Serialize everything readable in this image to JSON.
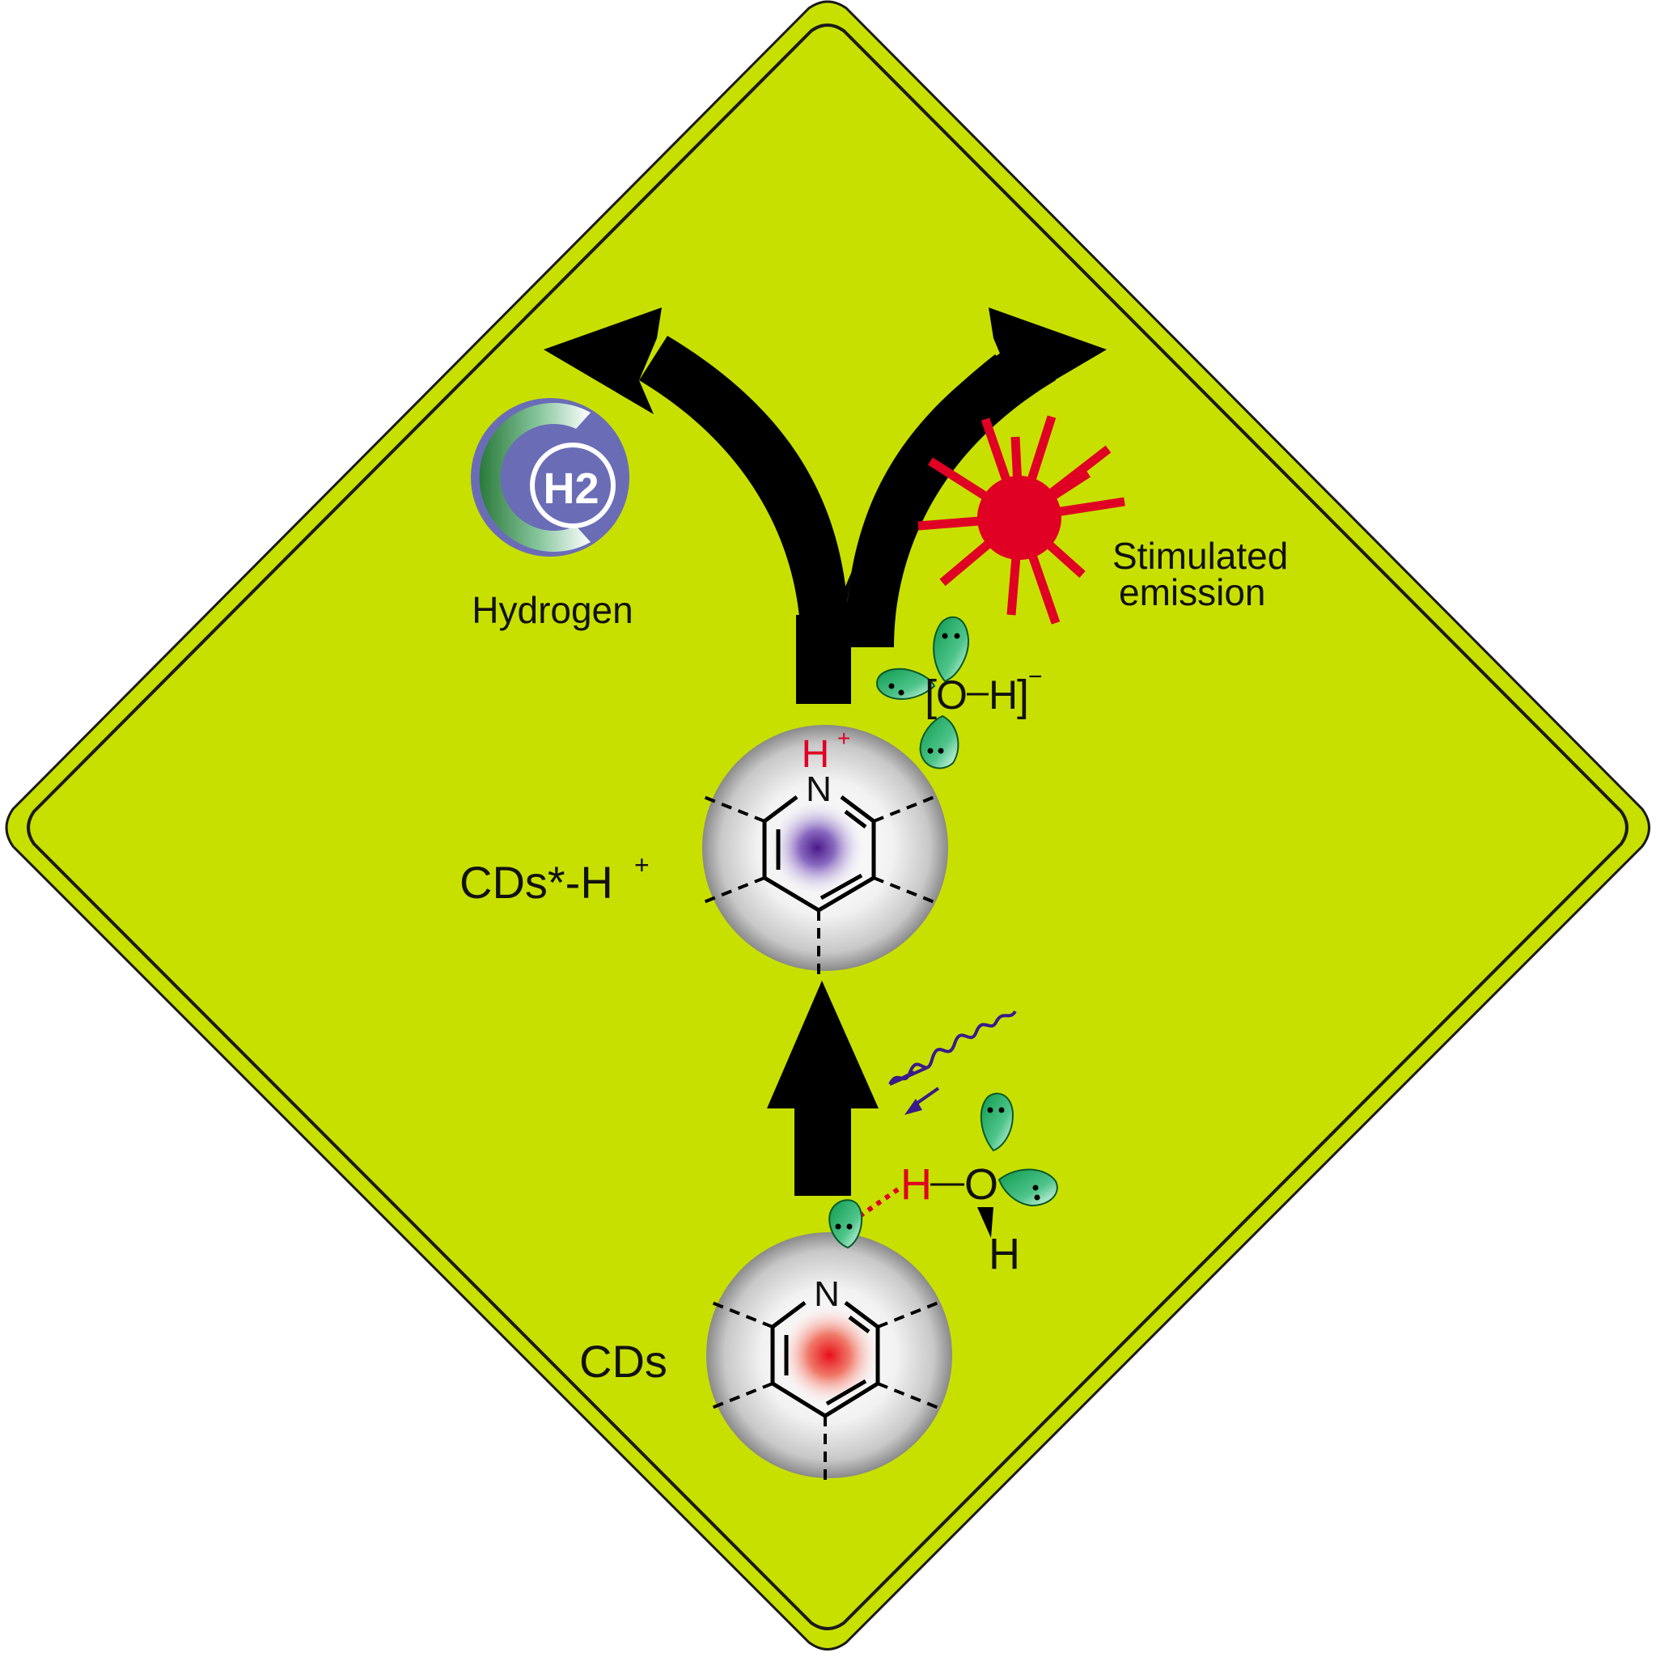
{
  "figure": {
    "background_color": "#c8e000",
    "border_color": "#1a1a1a",
    "labels": {
      "hydrogen": "Hydrogen",
      "h2_logo": "H2",
      "stimulated_line1": "Stimulated",
      "stimulated_line2": "emission",
      "excited_state_main": "CDs*-H",
      "excited_state_sup": "+",
      "ground_state": "CDs",
      "nitrogen": "N",
      "proton_main": "H",
      "proton_sup": "+",
      "hydroxide_bracket_open": "[",
      "hydroxide_o": "O",
      "hydroxide_h": "H",
      "hydroxide_bracket_close": "]",
      "hydroxide_charge": "−",
      "water_h_donor": "H",
      "water_o": "O",
      "water_h": "H"
    },
    "colors": {
      "arrow": "#000000",
      "proton": "#e00024",
      "laser": "#e00024",
      "lone_pair_orbital": "#1aa55a",
      "photon": "#3a1a8a",
      "h2_logo_circle": "#6a6db6",
      "excited_core": "#5a2a9a",
      "ground_core": "#e83a2a"
    },
    "icons": [
      "h2-logo-icon",
      "laser-burst-icon",
      "photon-wave-icon"
    ]
  }
}
